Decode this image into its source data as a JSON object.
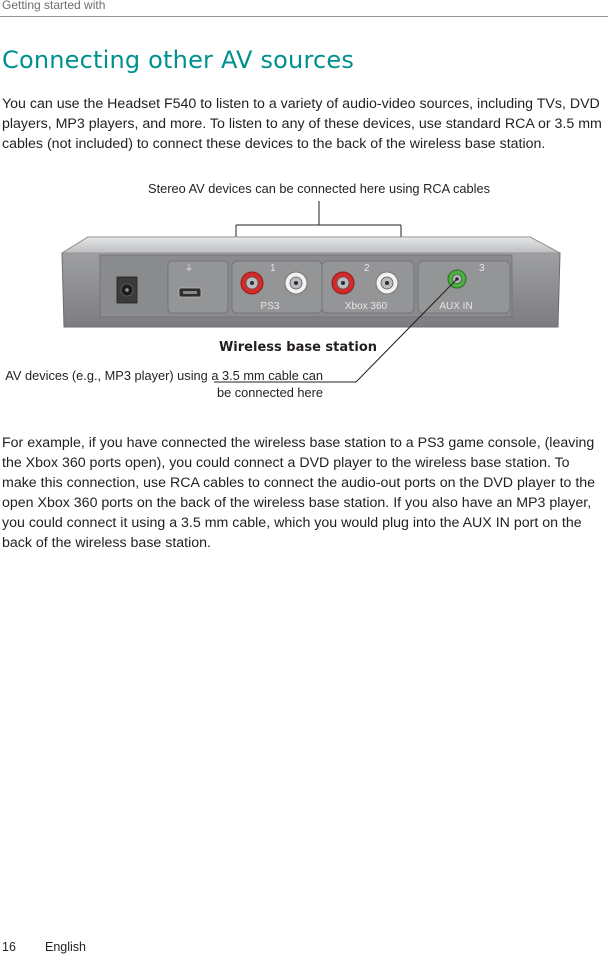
{
  "header": {
    "running_head": "Getting started with"
  },
  "section": {
    "title": "Connecting other AV sources",
    "intro": "You can use the Headset F540 to listen to a variety of audio-video sources, including TVs, DVD players, MP3 players, and more. To listen to any of these devices, use standard RCA or 3.5 mm cables (not included) to connect these devices to the back of the wireless base station.",
    "example": "For example, if you have connected the wireless base station to a PS3 game console, (leaving the Xbox 360 ports open), you could connect a DVD player to the wireless base station. To make this connection, use RCA cables to connect the audio-out ports on the DVD player to the open Xbox 360 ports on the back of the wireless base station. If you also have an MP3 player, you could connect it using a 3.5 mm cable, which you would plug into the AUX IN port on the back of the wireless base station."
  },
  "diagram": {
    "callout_rca": "Stereo AV devices can be connected here using RCA cables",
    "caption": "Wireless base station",
    "callout_aux_line1": "AV devices (e.g., MP3 player) using a 3.5 mm cable can",
    "callout_aux_line2": "be connected here",
    "ports": {
      "group1_number": "1",
      "group1_label": "PS3",
      "group2_number": "2",
      "group2_label": "Xbox 360",
      "group3_number": "3",
      "group3_label": "AUX IN"
    },
    "colors": {
      "rca_red": "#d42a2a",
      "rca_white": "#f2f2f2",
      "aux_green": "#4caf3f",
      "device_body": "#8e8f91"
    }
  },
  "footer": {
    "page_number": "16",
    "language": "English"
  }
}
